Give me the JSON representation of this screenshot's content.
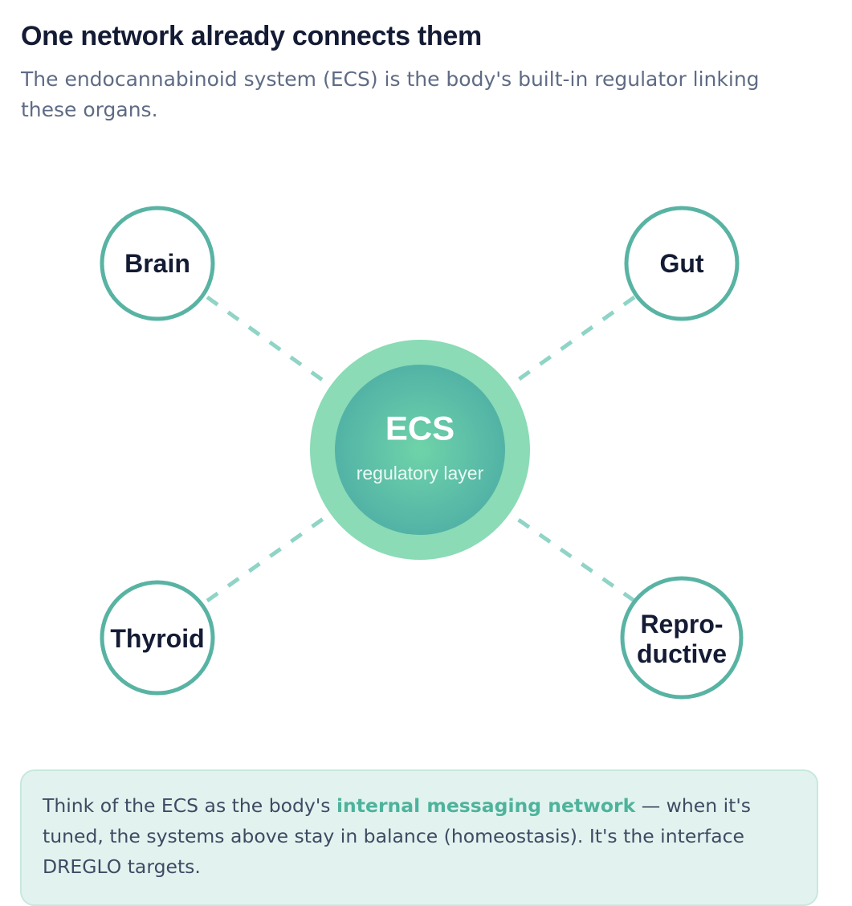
{
  "header": {
    "title": "One network already connects them",
    "subtitle": "The endocannabinoid system (ECS) is the body's built-in regulator linking these organs."
  },
  "diagram": {
    "hub": {
      "title": "ECS",
      "subtitle": "regulatory layer"
    },
    "nodes": {
      "brain": {
        "label": "Brain"
      },
      "gut": {
        "label": "Gut"
      },
      "thyroid": {
        "label": "Thyroid"
      },
      "reproductive": {
        "line1": "Repro-",
        "line2": "ductive"
      }
    },
    "colors": {
      "ring": "#58b3a3",
      "connector": "#8fd4c6",
      "hub_outer": "#8adbb6",
      "hub_inner": "#56b8a2"
    }
  },
  "callout": {
    "before": "Think of the ECS as the body's ",
    "highlight": "internal messaging network",
    "after": " — when it's tuned, the systems above stay in balance (homeostasis). It's the interface DREGLO targets."
  }
}
